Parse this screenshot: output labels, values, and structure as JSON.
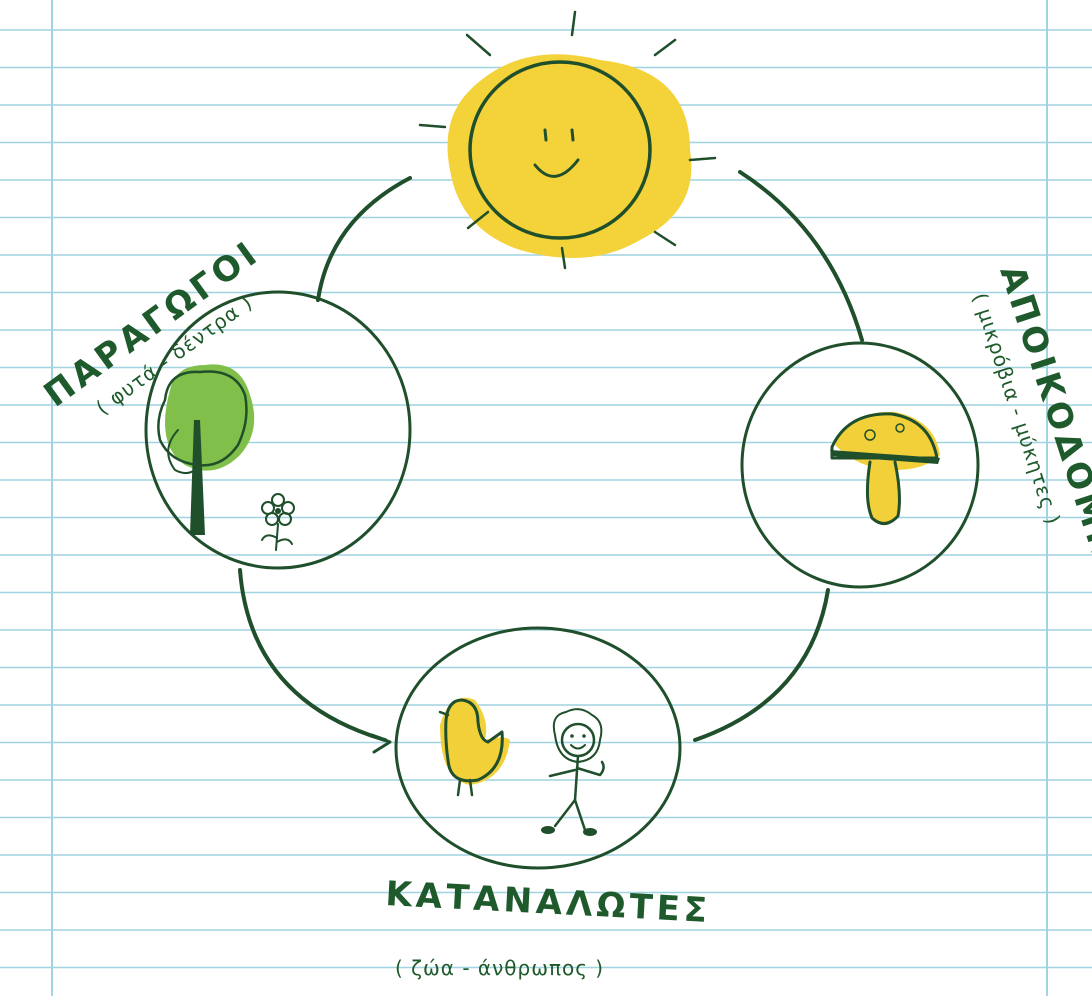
{
  "colors": {
    "paper": "#ffffff",
    "ruled_line": "#9fd4e0",
    "margin_line": "#9fd4e0",
    "ink": "#1f4f2b",
    "sun_fill": "#f4d23a",
    "tree_fill": "#7fbf4a",
    "yellow_fill": "#f2d03a"
  },
  "sun": {
    "icon": "smiling-sun-icon"
  },
  "nodes": {
    "producers": {
      "title": "ΠΑΡΑΓΩΓΟΙ",
      "subtitle": "( φυτά - δέντρα )",
      "icons": [
        "tree-icon",
        "flower-icon"
      ]
    },
    "decomposers": {
      "title": "ΑΠΟΙΚΟΔΟΜΗΤΕΣ",
      "subtitle": "( μικρόβια - μύκητες )",
      "icons": [
        "mushroom-icon"
      ]
    },
    "consumers": {
      "title": "ΚΑΤΑΝΑΛΩΤΕΣ",
      "subtitle": "( ζώα - άνθρωπος )",
      "icons": [
        "chick-icon",
        "person-icon"
      ]
    }
  }
}
